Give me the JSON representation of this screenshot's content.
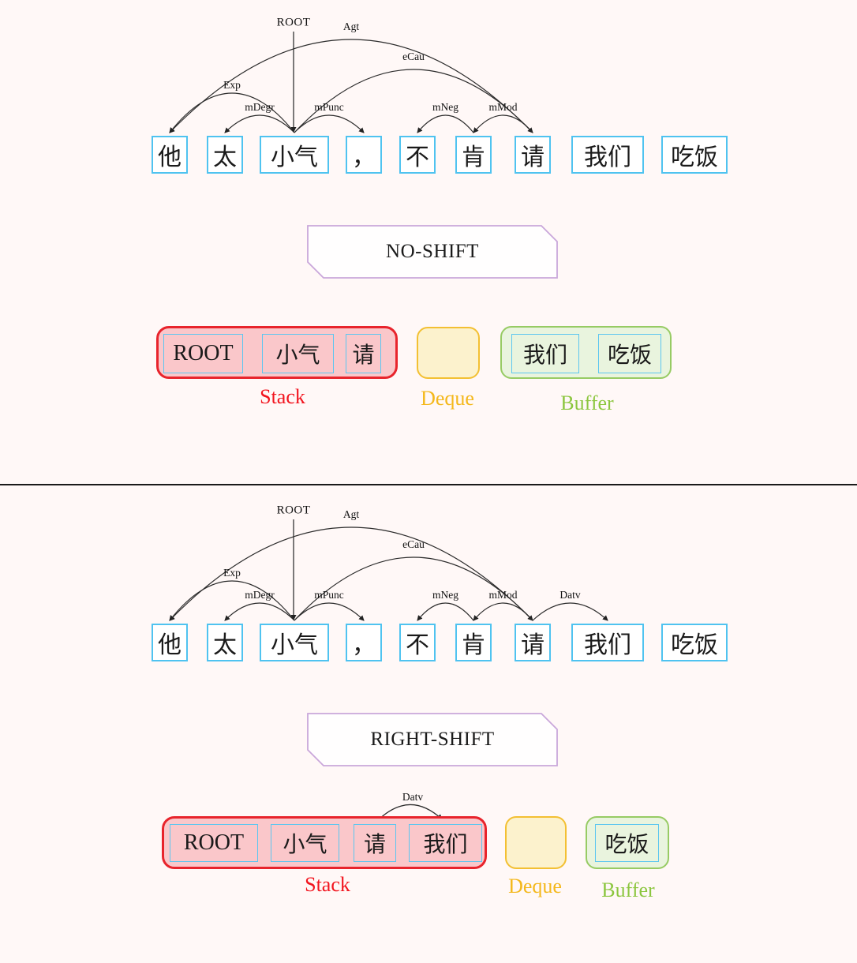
{
  "colors": {
    "background": "#FFF8F7",
    "word_box_border": "#4FC3F0",
    "arc_stroke": "#2B2B2B",
    "stack_border": "#E8242C",
    "stack_fill": "#FAC7CA",
    "stack_label_color": "#F2141E",
    "deque_border": "#F3C033",
    "deque_fill": "#FCF2CD",
    "deque_label_color": "#F4B81C",
    "buffer_border": "#97CB64",
    "buffer_fill": "#E9F4DE",
    "buffer_label_color": "#8CC63F",
    "action_box_border": "#C9A7DA",
    "divider_color": "#1A1A1A"
  },
  "panels": [
    {
      "name": "no-shift-step",
      "tree": {
        "root_label": "ROOT",
        "words": [
          "他",
          "太",
          "小气",
          "，",
          "不",
          "肯",
          "请",
          "我们",
          "吃饭"
        ],
        "edges": [
          {
            "label": "Agt",
            "head": "请",
            "dep": "他"
          },
          {
            "label": "eCau",
            "head": "小气",
            "dep": "请"
          },
          {
            "label": "Exp",
            "head": "小气",
            "dep": "他"
          },
          {
            "label": "mDegr",
            "head": "小气",
            "dep": "太"
          },
          {
            "label": "mPunc",
            "head": "小气",
            "dep": "，"
          },
          {
            "label": "mNeg",
            "head": "肯",
            "dep": "不"
          },
          {
            "label": "mMod",
            "head": "请",
            "dep": "肯"
          }
        ]
      },
      "action": "NO-SHIFT",
      "state": {
        "stack": {
          "label": "Stack",
          "items": [
            "ROOT",
            "小气",
            "请"
          ]
        },
        "deque": {
          "label": "Deque",
          "items": []
        },
        "buffer": {
          "label": "Buffer",
          "items": [
            "我们",
            "吃饭"
          ]
        },
        "stack_arc": null
      }
    },
    {
      "name": "right-shift-step",
      "tree": {
        "root_label": "ROOT",
        "words": [
          "他",
          "太",
          "小气",
          "，",
          "不",
          "肯",
          "请",
          "我们",
          "吃饭"
        ],
        "edges": [
          {
            "label": "Agt",
            "head": "请",
            "dep": "他"
          },
          {
            "label": "eCau",
            "head": "小气",
            "dep": "请"
          },
          {
            "label": "Exp",
            "head": "小气",
            "dep": "他"
          },
          {
            "label": "mDegr",
            "head": "小气",
            "dep": "太"
          },
          {
            "label": "mPunc",
            "head": "小气",
            "dep": "，"
          },
          {
            "label": "mNeg",
            "head": "肯",
            "dep": "不"
          },
          {
            "label": "mMod",
            "head": "请",
            "dep": "肯"
          },
          {
            "label": "Datv",
            "head": "请",
            "dep": "我们"
          }
        ]
      },
      "action": "RIGHT-SHIFT",
      "state": {
        "stack": {
          "label": "Stack",
          "items": [
            "ROOT",
            "小气",
            "请",
            "我们"
          ]
        },
        "deque": {
          "label": "Deque",
          "items": []
        },
        "buffer": {
          "label": "Buffer",
          "items": [
            "吃饭"
          ]
        },
        "stack_arc": {
          "label": "Datv",
          "from": "请",
          "to": "我们"
        }
      }
    }
  ]
}
